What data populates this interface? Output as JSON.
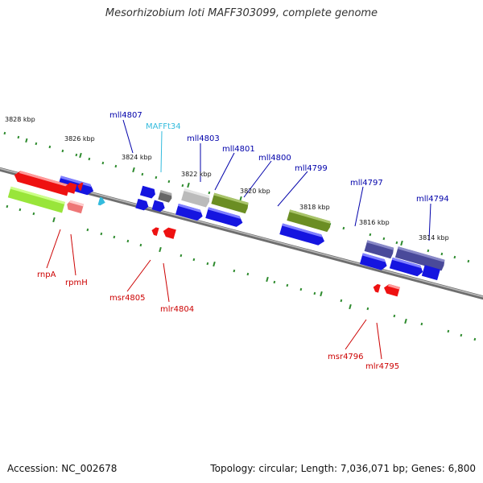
{
  "title": "Mesorhizobium loti MAFF303099, complete genome",
  "footer": {
    "accession": "Accession: NC_002678",
    "summary": "Topology: circular; Length: 7,036,071 bp; Genes: 6,800"
  },
  "colors": {
    "backbone": "#808080",
    "tick": "#2e8b2e",
    "label_forward": "#0000aa",
    "label_reverse": "#cc0000",
    "label_rna": "#33bbdd"
  },
  "ticks": [
    "3828 kbp",
    "3826 kbp",
    "3824 kbp",
    "3822 kbp",
    "3820 kbp",
    "3818 kbp",
    "3816 kbp",
    "3814 kbp"
  ],
  "genes_forward": [
    "mll4807",
    "MAFFt34",
    "mll4803",
    "mll4801",
    "mll4800",
    "mll4799",
    "mll4797",
    "mll4794"
  ],
  "genes_reverse": [
    "rnpA",
    "rpmH",
    "msr4805",
    "mlr4804",
    "msr4796",
    "mlr4795"
  ]
}
